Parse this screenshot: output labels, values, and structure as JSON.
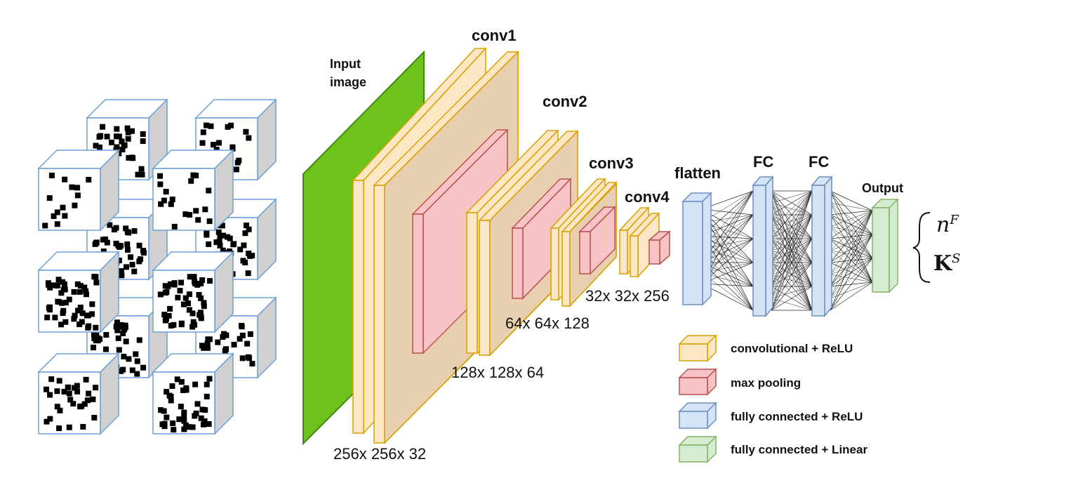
{
  "labels": {
    "input_image": "Input\nimage",
    "conv1": "conv1",
    "conv2": "conv2",
    "conv3": "conv3",
    "conv4": "conv4",
    "flatten": "flatten",
    "fc1": "FC",
    "fc2": "FC",
    "output": "Output"
  },
  "dimensions": {
    "conv1": "256x 256x 32",
    "conv2": "128x 128x 64",
    "conv3": "64x 64x 128",
    "conv4": "32x 32x 256"
  },
  "outputs": {
    "first": {
      "base": "n",
      "sup": "F"
    },
    "second": {
      "base": "K",
      "sup": "S"
    }
  },
  "legend": [
    {
      "label": "convolutional + ReLU",
      "color": "#fde6c4"
    },
    {
      "label": "max pooling",
      "color": "#f6c4c4"
    },
    {
      "label": "fully connected + ReLU",
      "color": "#d5e3f7"
    },
    {
      "label": "fully connected + Linear",
      "color": "#d6ecd0"
    }
  ],
  "colors": {
    "conv_fill": "#fde6c4",
    "conv_stroke": "#d8a000",
    "pool_fill": "#f6c4c4",
    "pool_stroke": "#b85050",
    "fc_fill": "#d5e3f7",
    "fc_stroke": "#6c8ebf",
    "out_fill": "#d6ecd0",
    "out_stroke": "#82b366",
    "input_fill": "#6ec21c",
    "input_stroke": "#3f8a0e",
    "cube_side": "#d0d0d0",
    "cube_stroke": "#6a9fd8"
  }
}
